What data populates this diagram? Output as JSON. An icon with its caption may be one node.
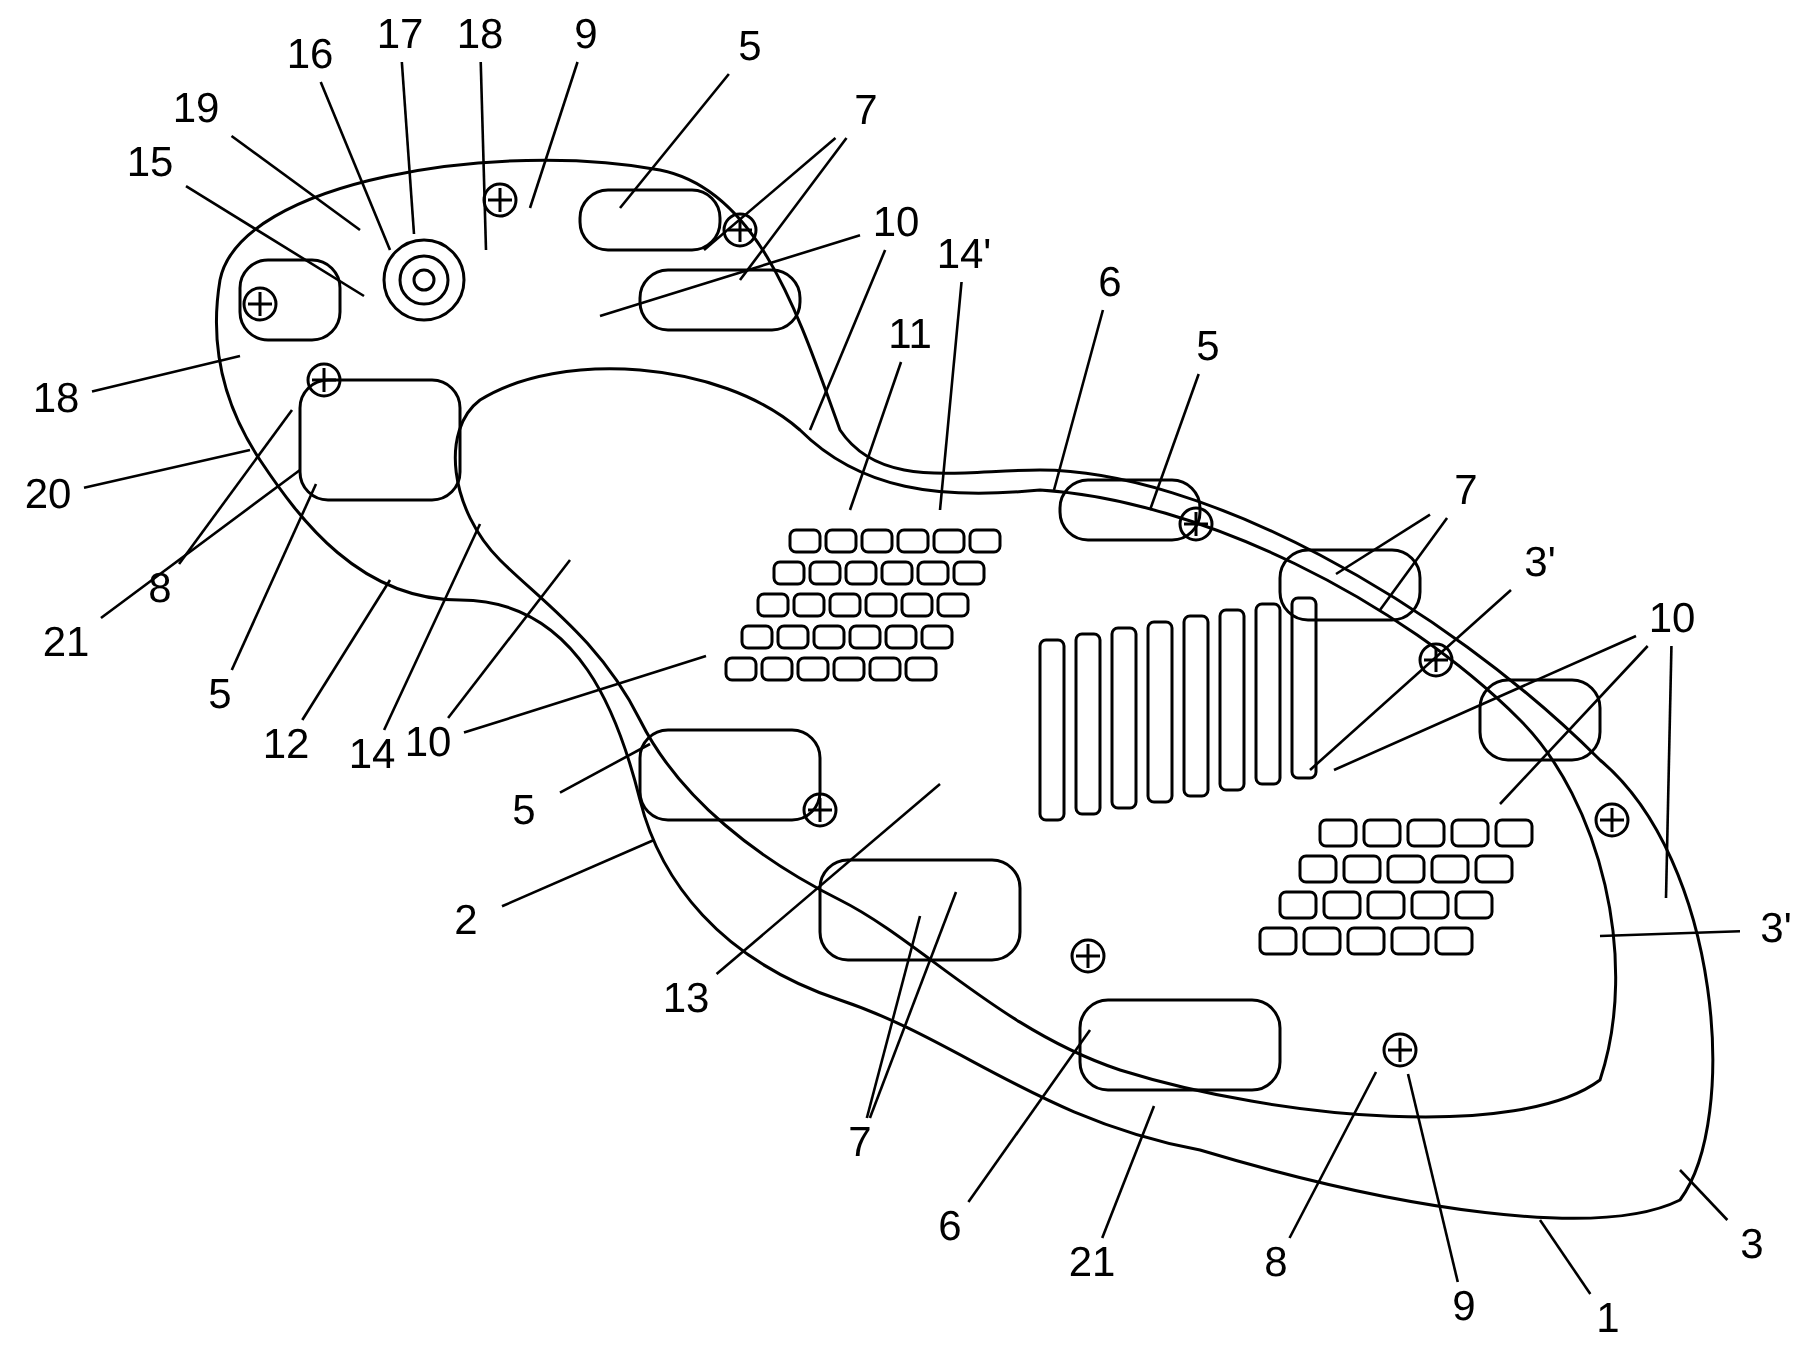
{
  "diagram": {
    "nodes": [
      {
        "text": [
          "19"
        ]
      },
      {
        "text": [
          "16"
        ]
      },
      {
        "text": [
          "17"
        ]
      },
      {
        "text": [
          "18"
        ]
      },
      {
        "text": [
          "9"
        ]
      },
      {
        "text": [
          "5"
        ]
      },
      {
        "text": [
          "7"
        ]
      },
      {
        "text": [
          "15"
        ]
      },
      {
        "text": [
          "10"
        ]
      },
      {
        "text": [
          "18"
        ]
      },
      {
        "text": [
          "20"
        ]
      },
      {
        "text": [
          "8"
        ]
      },
      {
        "text": [
          "11"
        ]
      },
      {
        "text": [
          "14'"
        ]
      },
      {
        "text": [
          "6"
        ]
      },
      {
        "text": [
          "5"
        ]
      },
      {
        "text": [
          "7"
        ]
      },
      {
        "text": [
          "3'"
        ]
      },
      {
        "text": [
          "10"
        ]
      },
      {
        "text": [
          "3'"
        ]
      },
      {
        "text": [
          "21"
        ]
      },
      {
        "text": [
          "5"
        ]
      },
      {
        "text": [
          "12"
        ]
      },
      {
        "text": [
          "14"
        ]
      },
      {
        "text": [
          "10"
        ]
      },
      {
        "text": [
          "5"
        ]
      },
      {
        "text": [
          "2"
        ]
      },
      {
        "text": [
          "13"
        ]
      },
      {
        "text": [
          "7"
        ]
      },
      {
        "text": [
          "6"
        ]
      },
      {
        "text": [
          "21"
        ]
      },
      {
        "text": [
          "8"
        ]
      },
      {
        "text": [
          "9"
        ]
      },
      {
        "text": [
          "1"
        ]
      },
      {
        "text": [
          "3"
        ]
      }
    ],
    "edges": [
      {
        "from": 0,
        "to": null,
        "arrow": "none"
      },
      {
        "from": 1,
        "to": null,
        "arrow": "none"
      },
      {
        "from": 2,
        "to": null,
        "arrow": "none"
      },
      {
        "from": 3,
        "to": null,
        "arrow": "none"
      },
      {
        "from": 4,
        "to": null,
        "arrow": "none"
      },
      {
        "from": 5,
        "to": null,
        "arrow": "none"
      },
      {
        "from": 6,
        "to": null,
        "arrow": "none"
      },
      {
        "from": 6,
        "to": null,
        "arrow": "none"
      },
      {
        "from": 7,
        "to": null,
        "arrow": "none"
      },
      {
        "from": 8,
        "to": null,
        "arrow": "none"
      },
      {
        "from": 8,
        "to": null,
        "arrow": "none"
      },
      {
        "from": 9,
        "to": null,
        "arrow": "none"
      },
      {
        "from": 10,
        "to": null,
        "arrow": "none"
      },
      {
        "from": 11,
        "to": null,
        "arrow": "none"
      },
      {
        "from": 12,
        "to": null,
        "arrow": "none"
      },
      {
        "from": 13,
        "to": null,
        "arrow": "none"
      },
      {
        "from": 14,
        "to": null,
        "arrow": "none"
      },
      {
        "from": 15,
        "to": null,
        "arrow": "none"
      },
      {
        "from": 16,
        "to": null,
        "arrow": "none"
      },
      {
        "from": 16,
        "to": null,
        "arrow": "none"
      },
      {
        "from": 17,
        "to": null,
        "arrow": "none"
      },
      {
        "from": 18,
        "to": null,
        "arrow": "none"
      },
      {
        "from": 18,
        "to": null,
        "arrow": "none"
      },
      {
        "from": 18,
        "to": null,
        "arrow": "none"
      },
      {
        "from": 19,
        "to": null,
        "arrow": "none"
      },
      {
        "from": 20,
        "to": null,
        "arrow": "none"
      },
      {
        "from": 21,
        "to": null,
        "arrow": "none"
      },
      {
        "from": 22,
        "to": null,
        "arrow": "none"
      },
      {
        "from": 23,
        "to": null,
        "arrow": "none"
      },
      {
        "from": 24,
        "to": null,
        "arrow": "none"
      },
      {
        "from": 24,
        "to": null,
        "arrow": "none"
      },
      {
        "from": 25,
        "to": null,
        "arrow": "none"
      },
      {
        "from": 26,
        "to": null,
        "arrow": "none"
      },
      {
        "from": 27,
        "to": null,
        "arrow": "none"
      },
      {
        "from": 28,
        "to": null,
        "arrow": "none"
      },
      {
        "from": 28,
        "to": null,
        "arrow": "none"
      },
      {
        "from": 29,
        "to": null,
        "arrow": "none"
      },
      {
        "from": 30,
        "to": null,
        "arrow": "none"
      },
      {
        "from": 31,
        "to": null,
        "arrow": "none"
      },
      {
        "from": 32,
        "to": null,
        "arrow": "none"
      },
      {
        "from": 33,
        "to": null,
        "arrow": "none"
      },
      {
        "from": 34,
        "to": null,
        "arrow": "none"
      }
    ]
  }
}
